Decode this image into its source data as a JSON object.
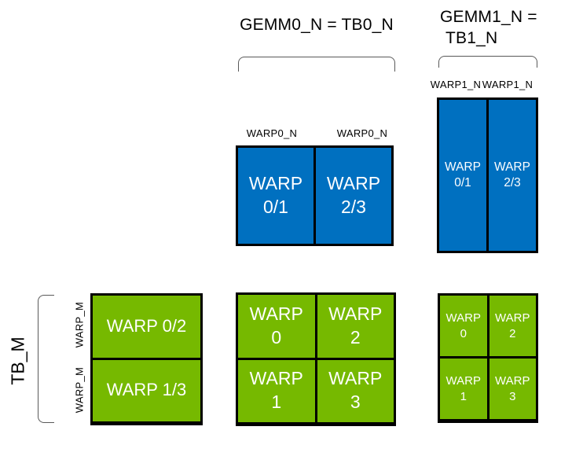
{
  "titles": {
    "gemm0": "GEMM0_N = TB0_N",
    "gemm1_line1": "GEMM1_N =",
    "gemm1_line2": "TB1_N"
  },
  "labels": {
    "warp0_n_left": "WARP0_N",
    "warp0_n_right": "WARP0_N",
    "warp1_n_left": "WARP1_N",
    "warp1_n_right": "WARP1_N",
    "warp_m_top": "WARP_M",
    "warp_m_bottom": "WARP_M",
    "tb_m": "TB_M"
  },
  "grids": {
    "blue_wide": {
      "cells": [
        "WARP\n0/1",
        "WARP\n2/3"
      ]
    },
    "blue_tall": {
      "cells": [
        "WARP\n0/1",
        "WARP\n2/3"
      ]
    },
    "green_left": {
      "cells": [
        "WARP 0/2",
        "WARP 1/3"
      ]
    },
    "green_mid": {
      "cells": [
        "WARP\n0",
        "WARP\n2",
        "WARP\n1",
        "WARP\n3"
      ]
    },
    "green_right": {
      "cells": [
        "WARP\n0",
        "WARP\n2",
        "WARP\n1",
        "WARP\n3"
      ]
    }
  },
  "colors": {
    "blue": "#0070C0",
    "green": "#76B900",
    "border": "#000000",
    "cell_text": "#FFFFFF",
    "label_text": "#000000",
    "bracket": "#595959"
  }
}
